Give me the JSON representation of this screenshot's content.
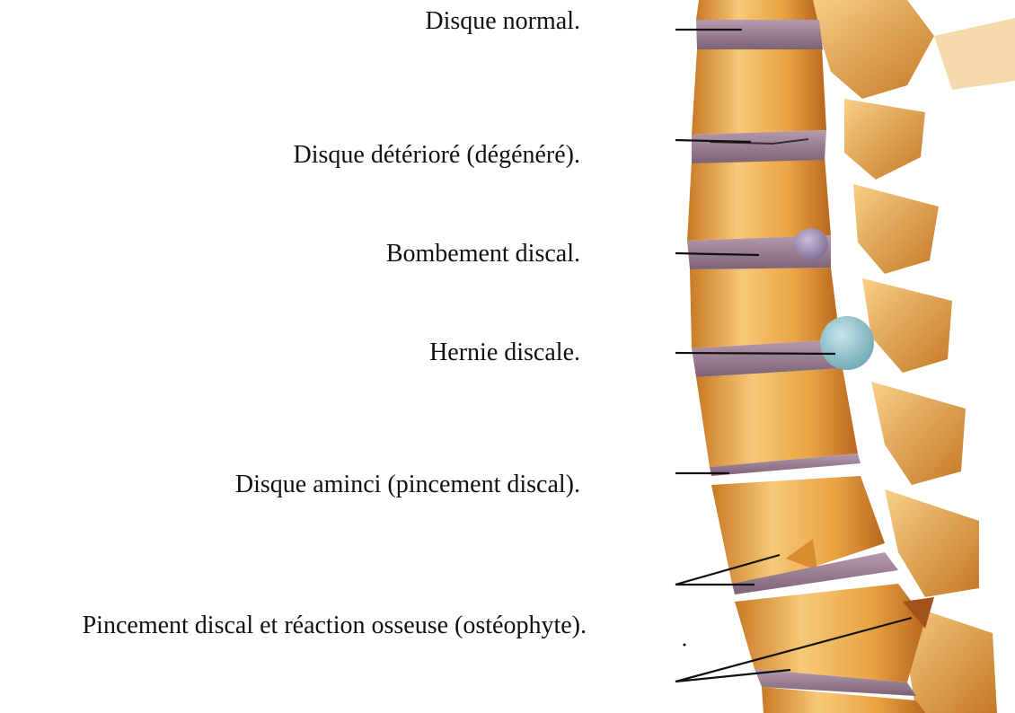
{
  "labels": [
    "Disque normal.",
    "Disque détérioré (dégénéré).",
    "Bombement discal.",
    "Hernie discale.",
    "Disque aminci (pincement discal).",
    "Pincement discal et réaction osseuse (ostéophyte)."
  ],
  "colors": {
    "bone": "#e9a33f",
    "bone_light": "#f8d28a",
    "bone_shadow": "#b8661c",
    "disc": "#9b7f93",
    "disc_dark": "#6e5466",
    "hernia": "#8fc2cc",
    "bulge": "#a692b4",
    "leader": "#111111"
  }
}
